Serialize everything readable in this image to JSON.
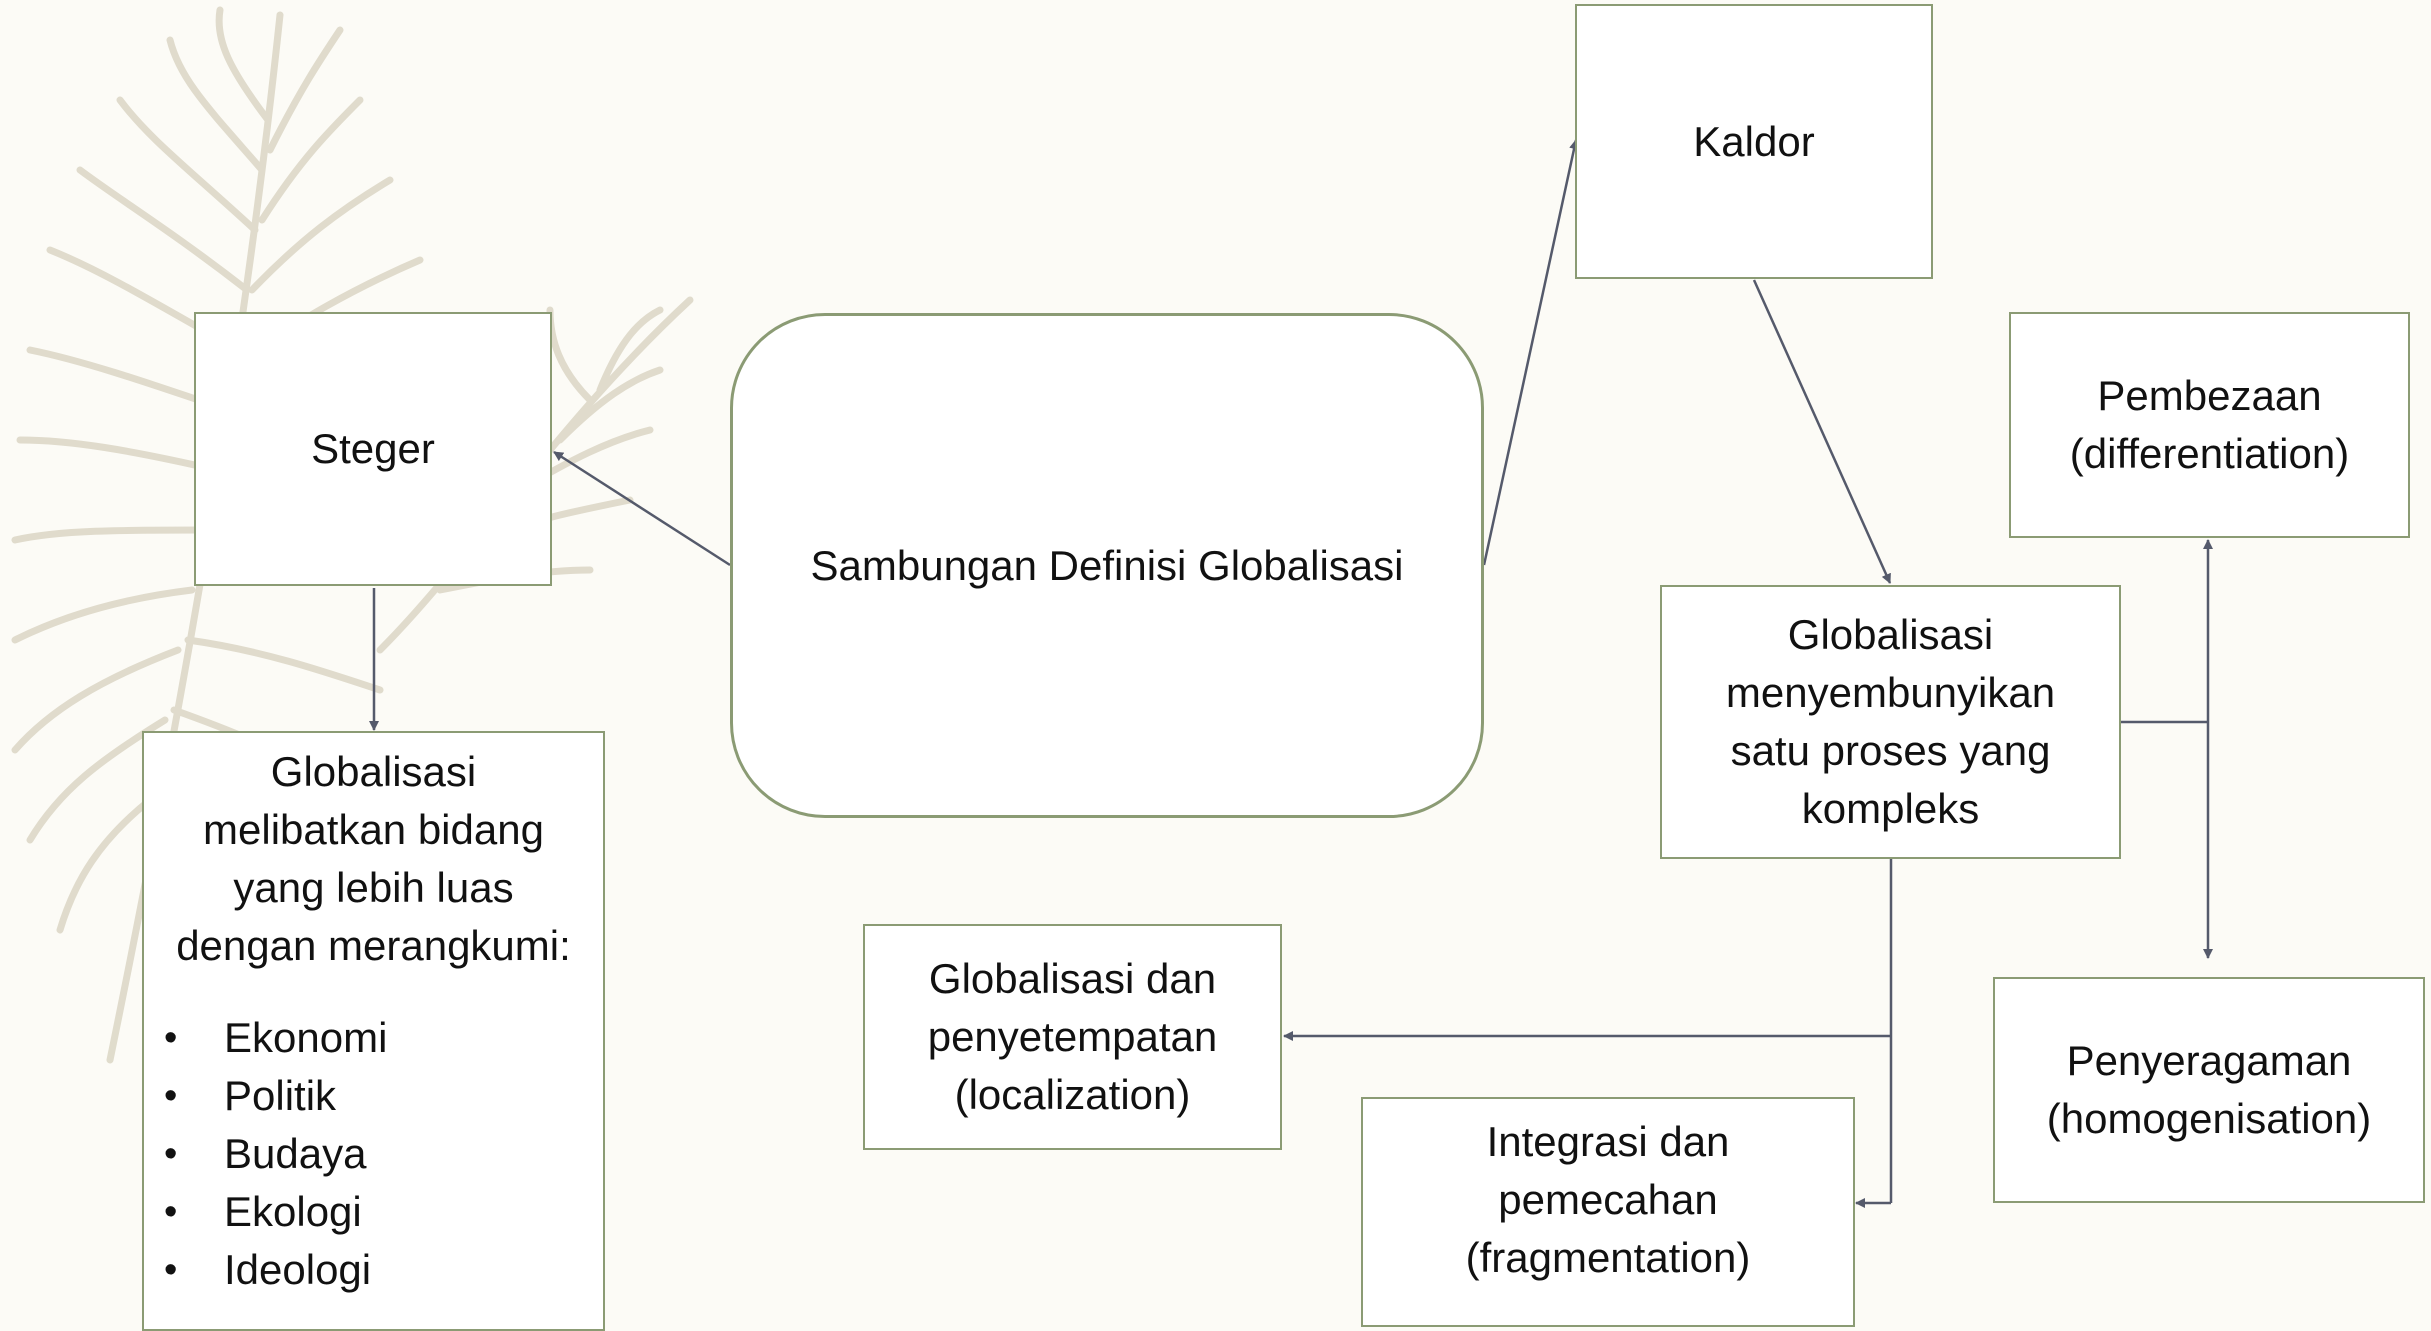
{
  "diagram": {
    "center": {
      "label": "Sambungan Definisi Globalisasi"
    },
    "steger": {
      "label": "Steger",
      "detail": {
        "lines": [
          "Globalisasi",
          "melibatkan bidang",
          "yang lebih luas",
          "dengan merangkumi:"
        ],
        "bullets": [
          "Ekonomi",
          "Politik",
          "Budaya",
          "Ekologi",
          "Ideologi"
        ]
      }
    },
    "kaldor": {
      "label": "Kaldor",
      "detail": {
        "lines": [
          "Globalisasi",
          "menyembunyikan",
          "satu proses yang",
          "kompleks"
        ]
      }
    },
    "outcomes": {
      "differentiation": {
        "lines": [
          "Pembezaan",
          "(differentiation)"
        ]
      },
      "homogenisation": {
        "lines": [
          "Penyeragaman",
          "(homogenisation)"
        ]
      },
      "localization": {
        "lines": [
          "Globalisasi dan",
          "penyetempatan",
          "(localization)"
        ]
      },
      "fragmentation": {
        "lines": [
          "Integrasi dan",
          "pemecahan",
          "(fragmentation)"
        ]
      }
    },
    "colors": {
      "box_border": "#8b9b74",
      "connector": "#555a6b",
      "leaf": "#d9d4c3",
      "background": "#fcfbf6"
    }
  }
}
